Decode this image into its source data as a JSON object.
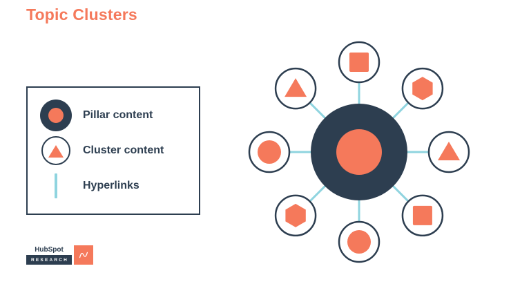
{
  "title": "Topic Clusters",
  "colors": {
    "orange": "#F5795B",
    "navy": "#2D3E50",
    "link": "#8FD4DF"
  },
  "legend": {
    "items": [
      {
        "id": "pillar",
        "label": "Pillar content"
      },
      {
        "id": "cluster",
        "label": "Cluster content"
      },
      {
        "id": "hyperlinks",
        "label": "Hyperlinks"
      }
    ]
  },
  "diagram": {
    "center_shape": "circle",
    "satellites": [
      {
        "angle": 135,
        "shape": "triangle"
      },
      {
        "angle": 90,
        "shape": "square"
      },
      {
        "angle": 45,
        "shape": "hexagon"
      },
      {
        "angle": 0,
        "shape": "triangle"
      },
      {
        "angle": -45,
        "shape": "square"
      },
      {
        "angle": -90,
        "shape": "circle"
      },
      {
        "angle": -135,
        "shape": "hexagon"
      },
      {
        "angle": 180,
        "shape": "circle"
      }
    ]
  },
  "logo": {
    "brand": "HubSpot",
    "sub": "RESEARCH"
  }
}
